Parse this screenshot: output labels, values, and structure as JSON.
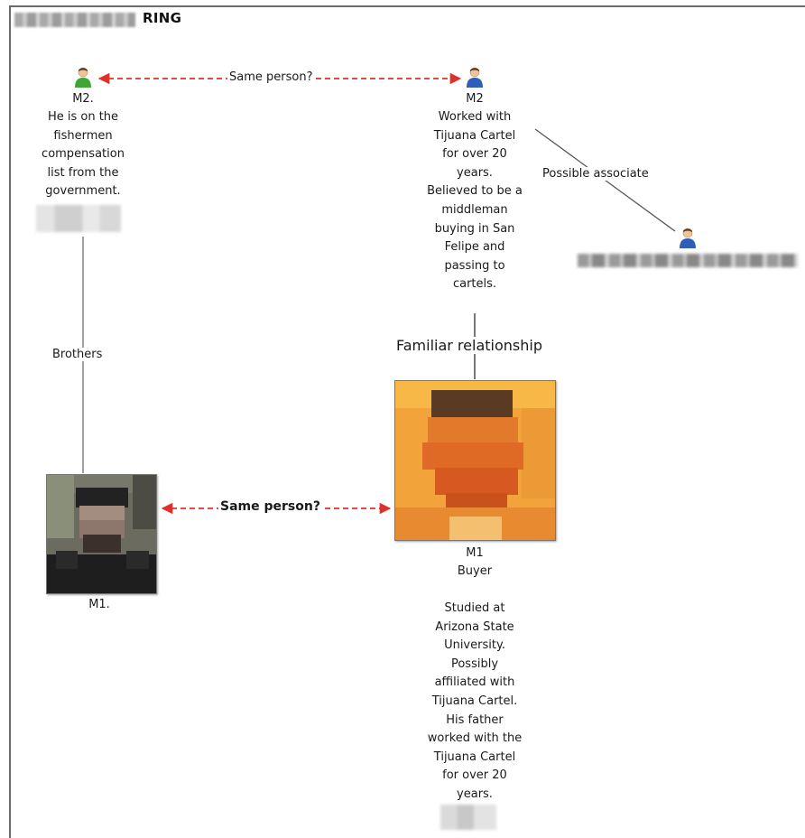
{
  "title": "RING",
  "nodes": {
    "m2_left": {
      "name": "M2.",
      "description": "He is on the\nfishermen\ncompensation\nlist from the\ngovernment.",
      "icon": "green-person-icon"
    },
    "m2_right": {
      "name": "M2",
      "description": "Worked with\nTijuana Cartel\nfor over 20\nyears.\nBelieved to be a\nmiddleman\nbuying in San\nFelipe and\npassing to\ncartels.",
      "icon": "blue-person-icon"
    },
    "associate": {
      "icon": "blue-person-icon"
    },
    "m1_left": {
      "name": "M1."
    },
    "m1_right": {
      "name": "M1",
      "role": "Buyer",
      "description": "Studied at\nArizona State\nUniversity.\nPossibly\naffiliated with\nTijuana Cartel.\nHis father\nworked with the\nTijuana Cartel\nfor over 20\nyears."
    }
  },
  "edges": {
    "same_person_top": "Same person?",
    "possible_associate": "Possible associate",
    "brothers": "Brothers",
    "familiar_relationship": "Familiar relationship",
    "same_person_bottom": "Same person?"
  },
  "colors": {
    "dashed_edge": "#e0302a",
    "solid_edge": "#555555",
    "green_person": "#3fa535",
    "blue_person": "#2d5fb8"
  }
}
